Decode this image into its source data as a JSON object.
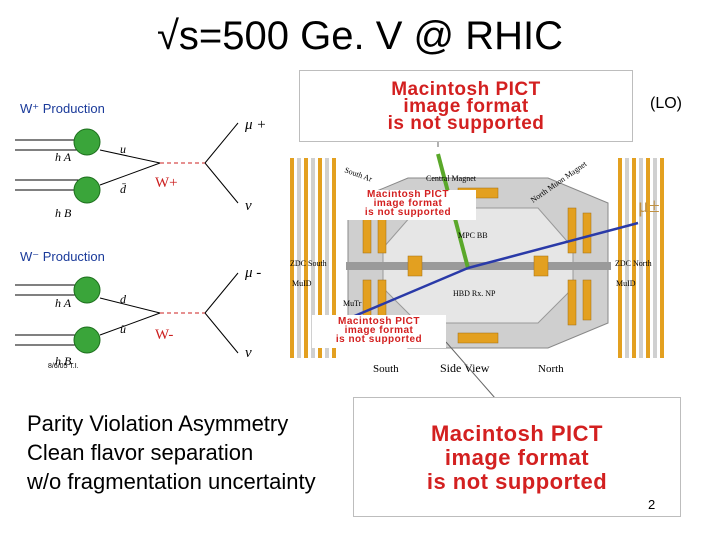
{
  "slide": {
    "title": "√s=500 Ge. V @ RHIC",
    "lo_label": "(LO)",
    "bullets": [
      "Parity Violation Asymmetry",
      "Clean flavor separation",
      "w/o fragmentation uncertainty"
    ],
    "page_number": "2",
    "pict_placeholder": [
      "Macintosh PICT",
      "image format",
      "is not supported"
    ]
  },
  "feynman": {
    "wplus": {
      "heading": "W⁺ Production",
      "hA": "h A",
      "hB": "h B",
      "quark_top": "u",
      "quark_bottom": "d̄",
      "boson": "W+",
      "lepton": "μ +",
      "neutrino": "ν"
    },
    "wminus": {
      "heading": "W⁻ Production",
      "hA": "h A",
      "hB": "h B",
      "quark_top": "d",
      "quark_bottom": "ū",
      "boson": "W-",
      "lepton": "μ -",
      "neutrino": "ν"
    },
    "credit": "8/6/05 T.I."
  },
  "detector": {
    "labels": {
      "south_arm": "South Ar",
      "central_magnet": "Central Magnet",
      "north_muon_magnet": "North Muon Magnet",
      "mpc_bb": "MPC BB",
      "zdc_south": "ZDC South",
      "zdc_north": "ZDC North",
      "muid_left": "MuID",
      "muid_right": "MuID",
      "mutr": "MuTr",
      "hbd": "HBD Rx. NP",
      "south": "South",
      "side_view": "Side View",
      "north": "North",
      "mu_pm": "μ±"
    }
  },
  "colors": {
    "pict_red": "#d32020",
    "green_blob": "#3aa53a",
    "boson_red": "#cc2020",
    "track_blue": "#2a3aa8",
    "detector_orange": "#e3a020",
    "detector_gray": "#b8b8b8"
  }
}
